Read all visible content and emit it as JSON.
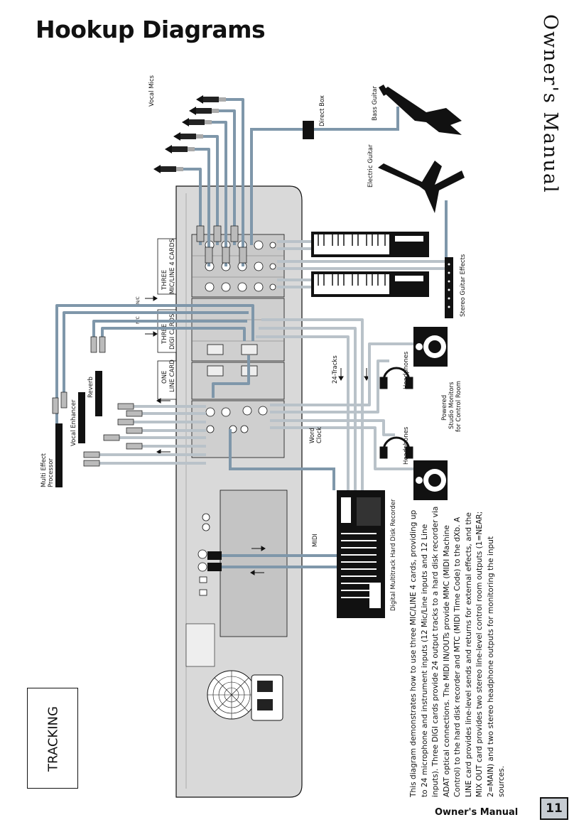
{
  "page": {
    "title": "Hookup Diagrams",
    "side_title": "Owner's Manual",
    "footer_label": "Owner's Manual",
    "page_number": "11"
  },
  "section_label": "TRACKING",
  "description": "This diagram demonstrates how to use three MIC/LINE 4 cards, providing up to 24 microphone and instrument inputs (12 Mic/Line inputs and 12 Line inputs). Three DIGI cards provide 24 output tracks to a hard disk recorder via ADAT optical connections. The MIDI IN/OUTs provide MMC (MIDI Machine Control) to the hard disk recorder and MTC (MIDI Time Code) to the dXb. A LINE card provides line-level sends and returns for external effects, and the MIX OUT card provides two stereo line-level control room outputs (1=NEAR; 2=MAIN) and two stereo headphone outputs for monitoring the input sources.",
  "labels": {
    "vocal_mics": "Vocal Mics",
    "direct_box": "Direct Box",
    "bass_guitar": "Bass Guitar",
    "electric_guitar": "Electric Guitar",
    "stereo_guitar_effects": "Stereo Guitar Effects",
    "card_group_mic": [
      "THREE",
      "MIC/LINE 4 CARDS"
    ],
    "card_group_digi": [
      "THREE",
      "DIGI CARDS"
    ],
    "card_group_line": [
      "ONE",
      "LINE CARD"
    ],
    "nc": "N/C",
    "tracks": "24-Tracks",
    "headphones": "Headphones",
    "studio_monitors": [
      "Powered",
      "Studio Monitors",
      "for Control Room"
    ],
    "word_clock": [
      "Word",
      "Clock"
    ],
    "midi": "MIDI",
    "recorder": "Digital Multitrack Hard Disk Recorder",
    "reverb": "Reverb",
    "vocal_enhancer": "Vocal Enhancer",
    "multi_effect": [
      "Multi Effect",
      "Processor"
    ]
  },
  "colors": {
    "cable": "#7f97aa",
    "cable_light": "#b9c2c9",
    "console": "#d9d9d9",
    "ink": "#111111",
    "page_box": "#c7ccd2"
  }
}
